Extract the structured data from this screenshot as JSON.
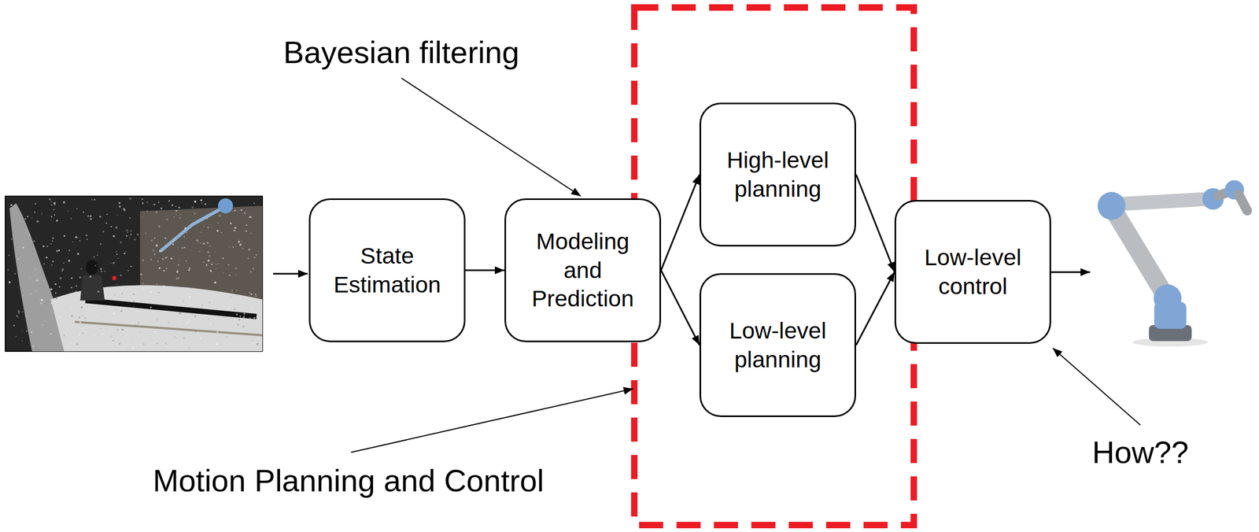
{
  "diagram": {
    "nodes": [
      {
        "text": [
          "State Estimation"
        ]
      },
      {
        "text": [
          "Modeling and Prediction"
        ]
      },
      {
        "text": [
          "High-level planning"
        ]
      },
      {
        "text": [
          "Low-level planning"
        ]
      },
      {
        "text": [
          "Low-level control"
        ]
      }
    ],
    "edges": [
      {
        "from": 0,
        "to": 1,
        "arrow": "to"
      },
      {
        "from": 1,
        "to": 2,
        "arrow": "to"
      },
      {
        "from": 1,
        "to": 3,
        "arrow": "to"
      },
      {
        "from": 2,
        "to": 4,
        "arrow": "to"
      },
      {
        "from": 3,
        "to": 4,
        "arrow": "to"
      }
    ],
    "labels": [
      "Bayesian filtering",
      "Motion Planning and Control",
      "How??"
    ]
  }
}
